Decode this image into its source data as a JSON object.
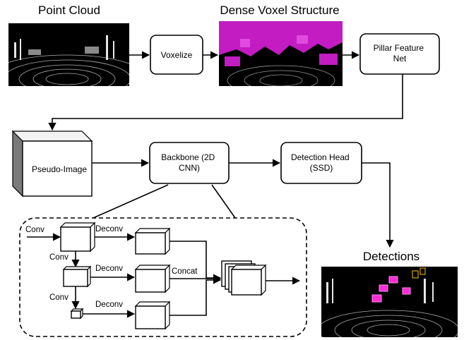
{
  "titles": {
    "point_cloud": "Point Cloud",
    "dense_voxel": "Dense Voxel Structure",
    "detections": "Detections"
  },
  "nodes": {
    "voxelize": "Voxelize",
    "pillar_feature_net": [
      "Pillar Feature",
      "Net"
    ],
    "pseudo_image": "Pseudo-Image",
    "backbone": [
      "Backbone (2D",
      "CNN)"
    ],
    "detection_head": [
      "Detection Head",
      "(SSD)"
    ]
  },
  "backbone_detail": {
    "conv_labels": [
      "Conv",
      "Conv",
      "Conv"
    ],
    "deconv_labels": [
      "Deconv",
      "Deconv",
      "Deconv"
    ],
    "concat_label": "Concat"
  },
  "colors": {
    "voxel_magenta": "#c21cc2",
    "detection_box": "#ff2bd6",
    "lidar_bg": "#000000"
  },
  "images": [
    "lidar-point-cloud",
    "dense-voxel-render",
    "detection-render"
  ]
}
